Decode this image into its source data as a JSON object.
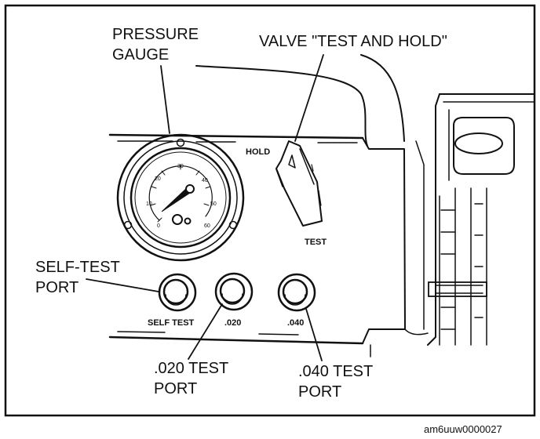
{
  "callouts": {
    "pressure_gauge": [
      "PRESSURE",
      "GAUGE"
    ],
    "valve": "VALVE \"TEST AND HOLD\"",
    "self_test_port": [
      "SELF-TEST",
      "PORT"
    ],
    "port_020": [
      ".020 TEST",
      "PORT"
    ],
    "port_040": [
      ".040 TEST",
      "PORT"
    ]
  },
  "panel_labels": {
    "hold": "HOLD",
    "test": "TEST",
    "self_test": "SELF TEST",
    "p020": ".020",
    "p040": ".040"
  },
  "gauge": {
    "ticks": [
      "0",
      "10",
      "20",
      "30",
      "40",
      "50",
      "60"
    ]
  },
  "figure_id": "am6uuw0000027"
}
